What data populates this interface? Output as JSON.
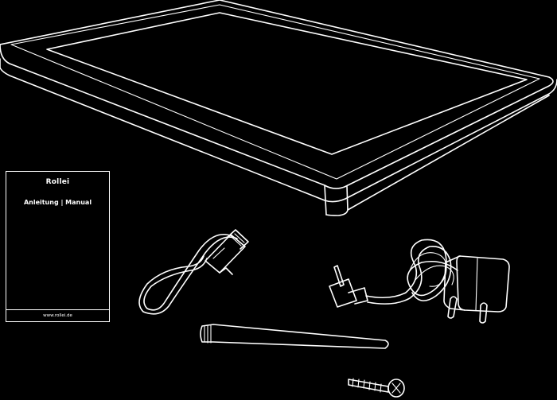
{
  "colors": {
    "background": "#000000",
    "line_art": "#ffffff"
  },
  "items": [
    "digital-photo-frame",
    "manual-booklet",
    "usb-cable",
    "power-adapter",
    "antenna",
    "mounting-screw"
  ],
  "manual": {
    "brand": "Rollei",
    "title": "Anleitung | Manual",
    "url": "www.rollei.de"
  }
}
